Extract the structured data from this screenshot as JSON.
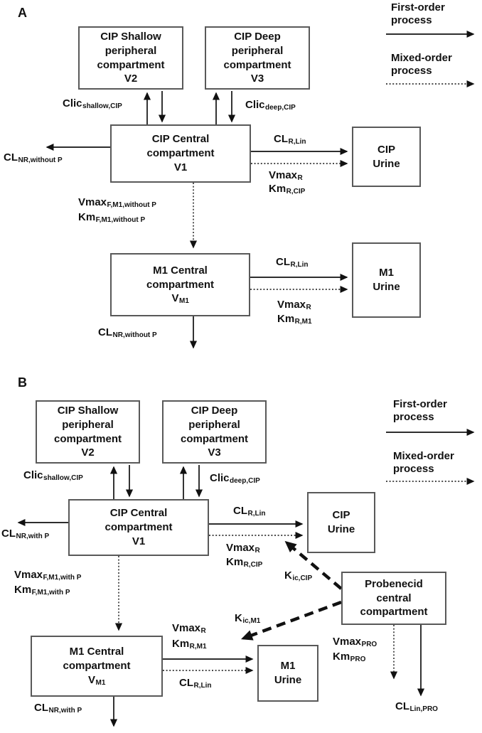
{
  "colors": {
    "background": "#ffffff",
    "box_border": "#595959",
    "text": "#111111",
    "arrow": "#111111"
  },
  "legend": {
    "first_order": "First-order\nprocess",
    "mixed_order": "Mixed-order\nprocess"
  },
  "panelA": {
    "title": "A",
    "boxes": {
      "cip_shallow": "CIP Shallow\nperipheral\ncompartment\nV2",
      "cip_deep": "CIP Deep\nperipheral\ncompartment\nV3",
      "cip_central": "CIP Central\ncompartment\nV1",
      "cip_urine": "CIP\nUrine",
      "m1_central_lines": "M1 Central\ncompartment",
      "m1_central_v": {
        "main": "V",
        "sub": "M1"
      },
      "m1_urine": "M1\nUrine"
    },
    "labels": {
      "clic_shallow": {
        "main": "Clic",
        "sub": "shallow,CIP"
      },
      "clic_deep": {
        "main": "Clic",
        "sub": "deep,CIP"
      },
      "cl_nr_cip": {
        "main": "CL",
        "sub": "NR,without P"
      },
      "cl_r_lin_cip": {
        "main": "CL",
        "sub": "R,Lin"
      },
      "vmax_r_cip": {
        "main": "Vmax",
        "sub": "R"
      },
      "km_r_cip": {
        "main": "Km",
        "sub": "R,CIP"
      },
      "vmax_f_m1": {
        "main": "Vmax",
        "sub": "F,M1,without P"
      },
      "km_f_m1": {
        "main": "Km",
        "sub": "F,M1,without P"
      },
      "cl_r_lin_m1": {
        "main": "CL",
        "sub": "R,Lin"
      },
      "vmax_r_m1": {
        "main": "Vmax",
        "sub": "R"
      },
      "km_r_m1": {
        "main": "Km",
        "sub": "R,M1"
      },
      "cl_nr_m1": {
        "main": "CL",
        "sub": "NR,without P"
      }
    }
  },
  "panelB": {
    "title": "B",
    "boxes": {
      "cip_shallow": "CIP Shallow\nperipheral\ncompartment\nV2",
      "cip_deep": "CIP Deep\nperipheral\ncompartment\nV3",
      "cip_central": "CIP Central\ncompartment\nV1",
      "cip_urine": "CIP\nUrine",
      "probenecid": "Probenecid\ncentral\ncompartment",
      "m1_central_lines": "M1 Central\ncompartment",
      "m1_central_v": {
        "main": "V",
        "sub": "M1"
      },
      "m1_urine": "M1\nUrine"
    },
    "labels": {
      "clic_shallow": {
        "main": "Clic",
        "sub": "shallow,CIP"
      },
      "clic_deep": {
        "main": "Clic",
        "sub": "deep,CIP"
      },
      "cl_nr_cip": {
        "main": "CL",
        "sub": "NR,with P"
      },
      "cl_r_lin_cip": {
        "main": "CL",
        "sub": "R,Lin"
      },
      "vmax_r_cip": {
        "main": "Vmax",
        "sub": "R"
      },
      "km_r_cip": {
        "main": "Km",
        "sub": "R,CIP"
      },
      "k_ic_cip": {
        "main": "K",
        "sub": "ic,CIP"
      },
      "k_ic_m1": {
        "main": "K",
        "sub": "ic,M1"
      },
      "vmax_f_m1": {
        "main": "Vmax",
        "sub": "F,M1,with P"
      },
      "km_f_m1": {
        "main": "Km",
        "sub": "F,M1,with P"
      },
      "vmax_r_m1": {
        "main": "Vmax",
        "sub": "R"
      },
      "km_r_m1": {
        "main": "Km",
        "sub": "R,M1"
      },
      "cl_r_lin_m1": {
        "main": "CL",
        "sub": "R,Lin"
      },
      "cl_nr_m1": {
        "main": "CL",
        "sub": "NR,with P"
      },
      "vmax_pro": {
        "main": "Vmax",
        "sub": "PRO"
      },
      "km_pro": {
        "main": "Km",
        "sub": "PRO"
      },
      "cl_lin_pro": {
        "main": "CL",
        "sub": "Lin,PRO"
      }
    }
  }
}
